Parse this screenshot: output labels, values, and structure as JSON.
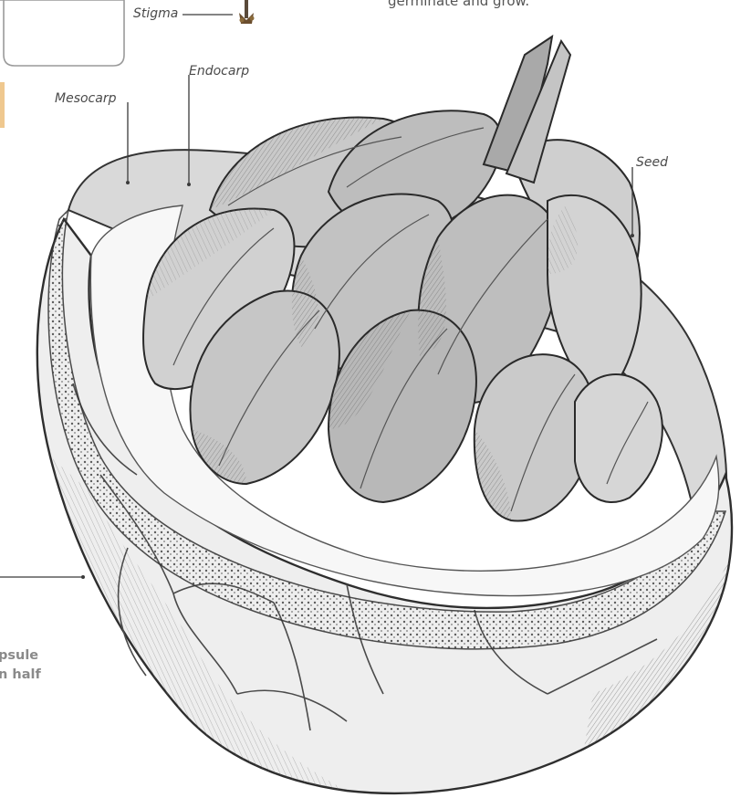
{
  "labels": {
    "stigma": "Stigma",
    "endocarp": "Endocarp",
    "mesocarp": "Mesocarp",
    "seed": "Seed"
  },
  "caption": {
    "line1": "psule",
    "line2": "n half"
  },
  "top_text_fragment": "germinate and grow.",
  "colors": {
    "ink": "#3a3a3a",
    "shell_fill": "#e9e9e9",
    "seed_fill": "#cfcfcf",
    "label_text": "#4a4a4a",
    "caption_text": "#8a8a8a"
  },
  "icons": {
    "inset_box": "rounded-frame",
    "illustration": "fruit-capsule-cross-section"
  }
}
